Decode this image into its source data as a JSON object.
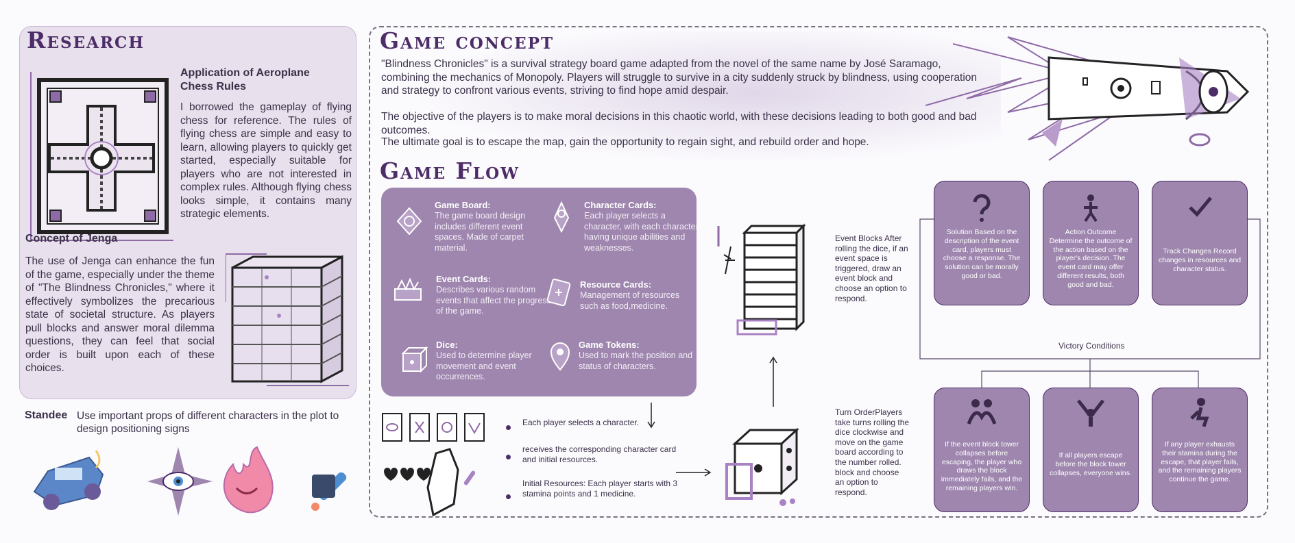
{
  "research": {
    "title": "Research",
    "aeroplane": {
      "subtitle": "Application of Aeroplane Chess Rules",
      "text": "I borrowed the gameplay of flying chess for reference. The rules of flying chess are simple and easy to learn, allowing players to quickly get started, especially suitable for players who are not interested in complex rules. Although flying chess looks simple, it contains many strategic elements."
    },
    "jenga": {
      "subtitle": "Concept of Jenga",
      "text": "The use of Jenga can enhance the fun of the game, especially under the theme of \"The Blindness Chronicles,\" where it effectively symbolizes the precarious state of societal structure. As players pull blocks and answer moral dilemma questions, they can feel that social order is built upon each of these choices."
    }
  },
  "standee": {
    "label": "Standee",
    "text": "Use important props of different characters in the plot to design positioning signs"
  },
  "concept": {
    "title": "Game concept",
    "p1": "\"Blindness Chronicles\" is a survival strategy board game adapted from the novel of the same name by José Saramago, combining the mechanics of Monopoly. Players will struggle to survive in a city suddenly struck by blindness, using cooperation and strategy to confront various events, striving to find hope amid despair.",
    "p2": "The objective of the players is to make moral decisions in this chaotic world, with these decisions leading to both good and bad outcomes.",
    "p3": "The ultimate goal is to escape the map, gain the opportunity to regain sight, and rebuild order and hope."
  },
  "flow": {
    "title": "Game Flow",
    "components": [
      {
        "title": "Game Board:",
        "desc": "The game board design includes different event spaces. Made of carpet material.",
        "icon": "board-icon"
      },
      {
        "title": "Character Cards:",
        "desc": "Each player selects a character, with each character having unique abilities and weaknesses.",
        "icon": "character-icon"
      },
      {
        "title": "Event Cards:",
        "desc": "Describes various random events that affect the progress of the game.",
        "icon": "event-icon"
      },
      {
        "title": "Resource Cards:",
        "desc": "Management of resources such as food,medicine.",
        "icon": "resource-icon"
      },
      {
        "title": "Dice:",
        "desc": "Used to determine player movement and event occurrences.",
        "icon": "dice-icon"
      },
      {
        "title": "Game Tokens:",
        "desc": "Used to mark the position and status of characters.",
        "icon": "token-icon"
      }
    ],
    "steps": [
      "Each player selects a character.",
      "receives the corresponding character card and initial resources.",
      "Initial Resources: Each player starts with 3 stamina points and 1 medicine."
    ],
    "event_note": "Event Blocks After rolling the dice, if an event space is triggered, draw an event block and choose an option to respond.",
    "turn_note": "Turn OrderPlayers take turns rolling the dice clockwise and move on the game board according to the number rolled. block and choose an option to respond.",
    "outcomes": [
      {
        "text": "Solution Based on the description of the event card, players must choose a response. The solution can be morally good or bad.",
        "icon": "question-icon"
      },
      {
        "text": "Action Outcome Determine the outcome of the action based on the player's decision. The event card may offer different results, both good and bad.",
        "icon": "action-icon"
      },
      {
        "text": "Track Changes Record changes in resources and character status.",
        "icon": "check-icon"
      }
    ],
    "victory_label": "Victory Conditions",
    "victories": [
      {
        "text": "If the event block tower collapses before escaping, the player who draws the block immediately fails, and the remaining players win.",
        "icon": "hug-icon"
      },
      {
        "text": "If all players escape before the block tower collapses, everyone wins.",
        "icon": "cheer-icon"
      },
      {
        "text": "If any player exhausts their stamina during the escape, that player fails, and the remaining players continue the game.",
        "icon": "kneel-icon"
      }
    ]
  },
  "colors": {
    "accent": "#4d2d67",
    "panel": "#e8e0ec",
    "card": "#9e86ae"
  }
}
